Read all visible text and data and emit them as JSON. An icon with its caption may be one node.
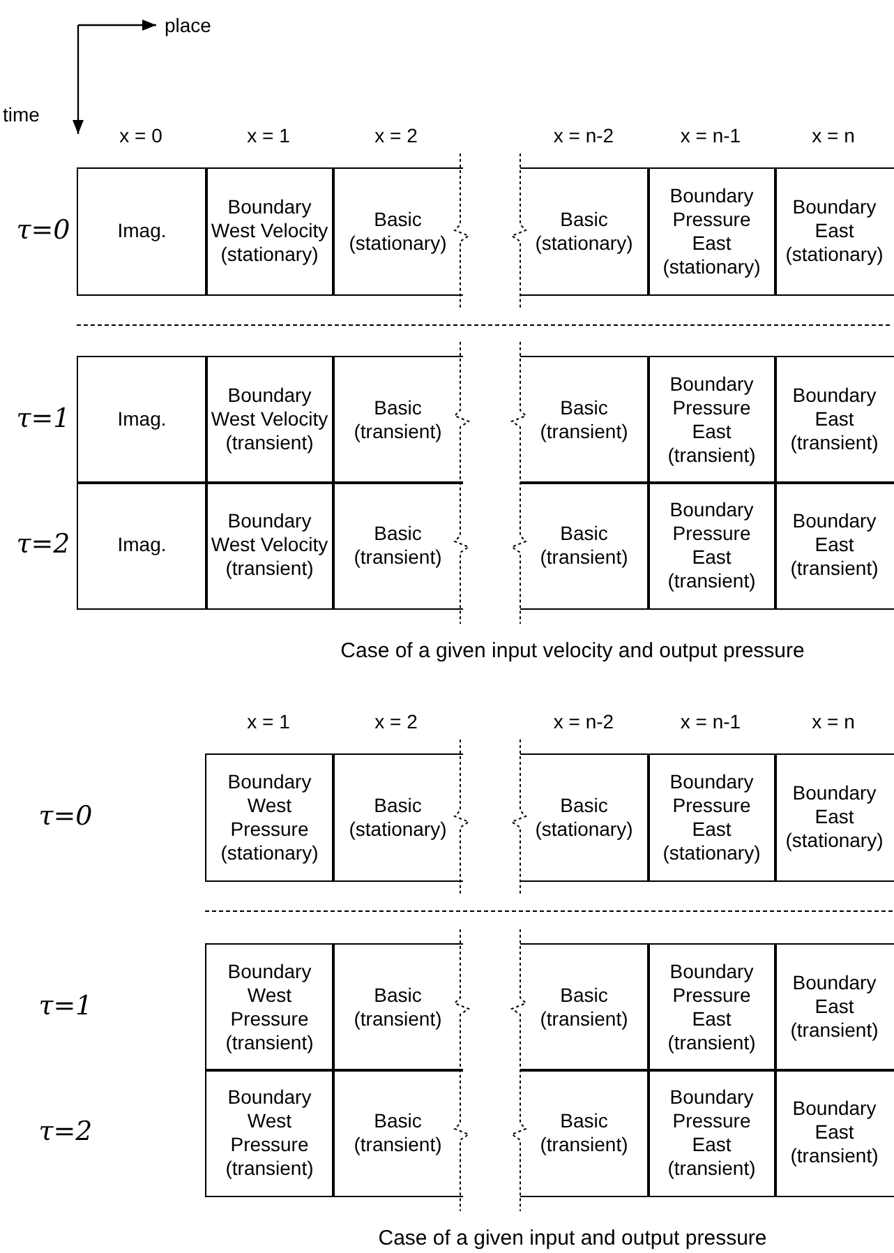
{
  "diagram": {
    "labels": [
      "place",
      "time",
      "x = 0",
      "x = 1",
      "x = 2",
      "x = n-2",
      "x = n-1",
      "x = n",
      "τ=0",
      "Imag.",
      "Boundary West Velocity (stationary)",
      "Basic (stationary)",
      "Basic (stationary)",
      "Boundary Pressure East (stationary)",
      "Boundary East (stationary)",
      "τ=1",
      "Imag.",
      "Boundary West Velocity (transient)",
      "Basic (transient)",
      "Basic (transient)",
      "Boundary Pressure East (transient)",
      "Boundary East (transient)",
      "τ=2",
      "Imag.",
      "Boundary West Velocity (transient)",
      "Basic (transient)",
      "Basic (transient)",
      "Boundary Pressure East (transient)",
      "Boundary East (transient)",
      "Case of a given input velocity and output pressure",
      "x = 1",
      "x = 2",
      "x = n-2",
      "x = n-1",
      "x = n",
      "τ=0",
      "Boundary West Pressure (stationary)",
      "Basic (stationary)",
      "Basic (stationary)",
      "Boundary Pressure East (stationary)",
      "Boundary East (stationary)",
      "τ=1",
      "Boundary West Pressure (transient)",
      "Basic (transient)",
      "Basic (transient)",
      "Boundary Pressure East (transient)",
      "Boundary East (transient)",
      "τ=2",
      "Boundary West Pressure (transient)",
      "Basic (transient)",
      "Basic (transient)",
      "Boundary Pressure East (transient)",
      "Boundary East (transient)",
      "Case of a given input and output pressure"
    ]
  }
}
